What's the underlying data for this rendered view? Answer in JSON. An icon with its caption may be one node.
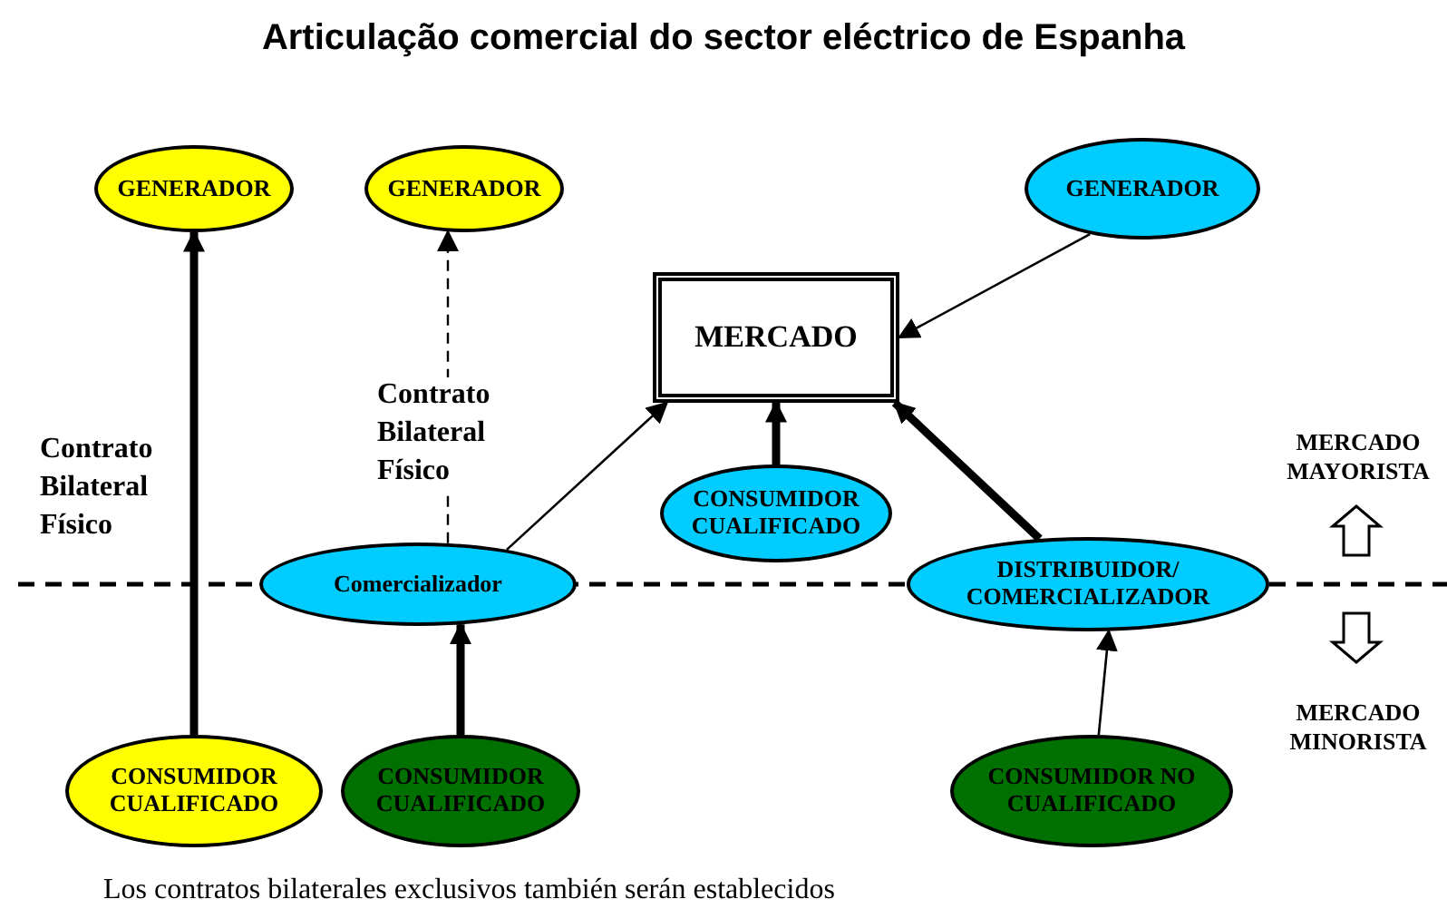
{
  "diagram": {
    "title": "Articulação comercial do sector eléctrico de Espanha",
    "nodes": [
      {
        "text": [
          "GENERADOR"
        ]
      },
      {
        "text": [
          "GENERADOR"
        ]
      },
      {
        "text": [
          "GENERADOR"
        ]
      },
      {
        "text": [
          "MERCADO"
        ]
      },
      {
        "text": [
          "CONSUMIDOR CUALIFICADO"
        ]
      },
      {
        "text": [
          "Comercializador"
        ]
      },
      {
        "text": [
          "DISTRIBUIDOR/ COMERCIALIZADOR"
        ]
      },
      {
        "text": [
          "CONSUMIDOR CUALIFICADO"
        ]
      },
      {
        "text": [
          "CONSUMIDOR CUALIFICADO"
        ]
      },
      {
        "text": [
          "CONSUMIDOR NO CUALIFICADO"
        ]
      }
    ],
    "edges": [
      {
        "from": 7,
        "to": 0,
        "arrow": "to",
        "style": "thick",
        "label": "Contrato Bilateral Físico"
      },
      {
        "from": 5,
        "to": 1,
        "arrow": "to",
        "style": "dashed",
        "label": "Contrato Bilateral Físico"
      },
      {
        "from": 8,
        "to": 5,
        "arrow": "to",
        "style": "thick"
      },
      {
        "from": 5,
        "to": 3,
        "arrow": "to"
      },
      {
        "from": 2,
        "to": 3,
        "arrow": "to"
      },
      {
        "from": 4,
        "to": 3,
        "arrow": "to",
        "style": "thick"
      },
      {
        "from": 6,
        "to": 3,
        "arrow": "to",
        "style": "thick"
      },
      {
        "from": 9,
        "to": 6,
        "arrow": "to"
      }
    ],
    "labels": [
      "MERCADO MAYORISTA",
      "MERCADO MINORISTA",
      "Los contratos bilaterales exclusivos también serán establecidos"
    ]
  }
}
